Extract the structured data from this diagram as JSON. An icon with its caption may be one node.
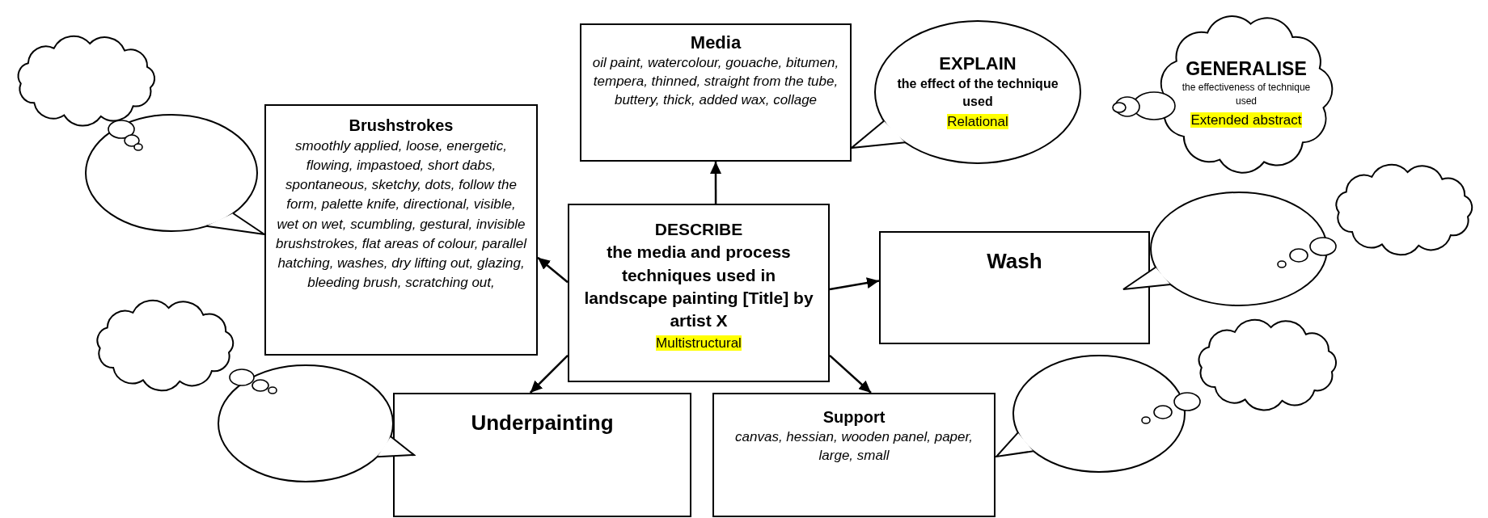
{
  "diagram": {
    "nodes": [
      {
        "text": [],
        "shape": "cloud"
      },
      {
        "text": [
          "Media",
          "oil paint, watercolour, gouache, bitumen, tempera, thinned, straight from the tube, buttery, thick, added wax, collage"
        ]
      },
      {
        "text": [
          "EXPLAIN",
          "the effect of the technique used",
          "Relational"
        ]
      },
      {
        "text": [
          "GENERALISE",
          "the effectiveness of technique used",
          "Extended abstract"
        ]
      },
      {
        "text": [],
        "shape": "bubble"
      },
      {
        "text": [
          "Brushstrokes",
          "smoothly applied, loose, energetic, flowing, impastoed, short dabs, spontaneous, sketchy, dots, follow the form, palette knife, directional, visible, wet on wet, scumbling, gestural, invisible brushstrokes, flat areas of colour, parallel hatching, washes, dry lifting out, glazing, bleeding brush, scratching out,"
        ]
      },
      {
        "text": [],
        "shape": "cloud"
      },
      {
        "text": [
          "DESCRIBE",
          "the media and process techniques used in landscape painting [Title] by artist X",
          "Multistructural"
        ]
      },
      {
        "text": [
          "Wash"
        ]
      },
      {
        "text": [],
        "shape": "bubble"
      },
      {
        "text": [],
        "shape": "cloud"
      },
      {
        "text": [],
        "shape": "cloud"
      },
      {
        "text": [],
        "shape": "bubble"
      },
      {
        "text": [
          "Underpainting"
        ]
      },
      {
        "text": [
          "Support",
          "canvas, hessian, wooden panel, paper, large, small"
        ]
      },
      {
        "text": [],
        "shape": "bubble"
      }
    ],
    "edges": [
      {
        "from": 7,
        "to": 1,
        "arrow": "to"
      },
      {
        "from": 7,
        "to": 5,
        "arrow": "to"
      },
      {
        "from": 7,
        "to": 8,
        "arrow": "to"
      },
      {
        "from": 7,
        "to": 13,
        "arrow": "to"
      },
      {
        "from": 7,
        "to": 14,
        "arrow": "to"
      }
    ]
  }
}
